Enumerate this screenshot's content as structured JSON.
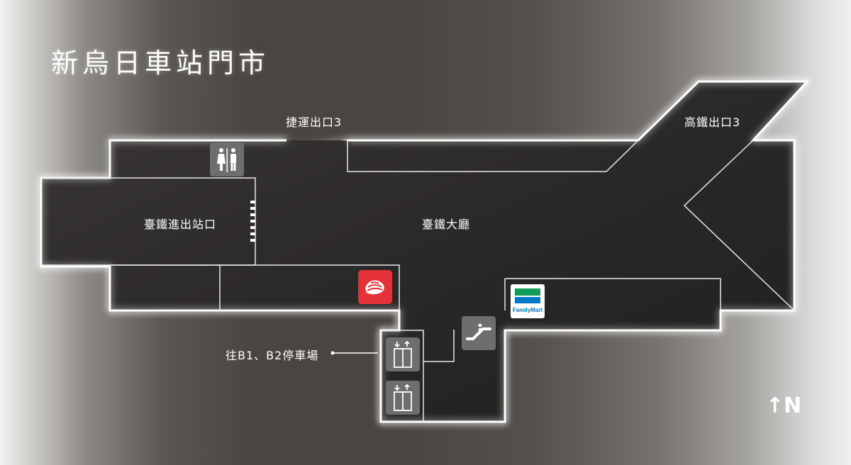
{
  "title": "新烏日車站門市",
  "labels": {
    "mrt_exit": "捷運出口3",
    "hsr_exit": "高鐵出口3",
    "tra_gate": "臺鐵進出站口",
    "tra_hall": "臺鐵大廳",
    "parking": "往B1、B2停車場"
  },
  "north_label": "↑N",
  "store": {
    "name": "FamilyMart",
    "color_green": "#0f9d58",
    "color_blue": "#0078c8"
  },
  "colors": {
    "floor": "#2a2827",
    "wall_glow": "#ffffff",
    "icon_box": "#6e6e6e",
    "food_court": "#e53238"
  },
  "icons": [
    "restroom-icon",
    "food-court-icon",
    "familymart-icon",
    "escalator-icon",
    "elevator-icon"
  ]
}
